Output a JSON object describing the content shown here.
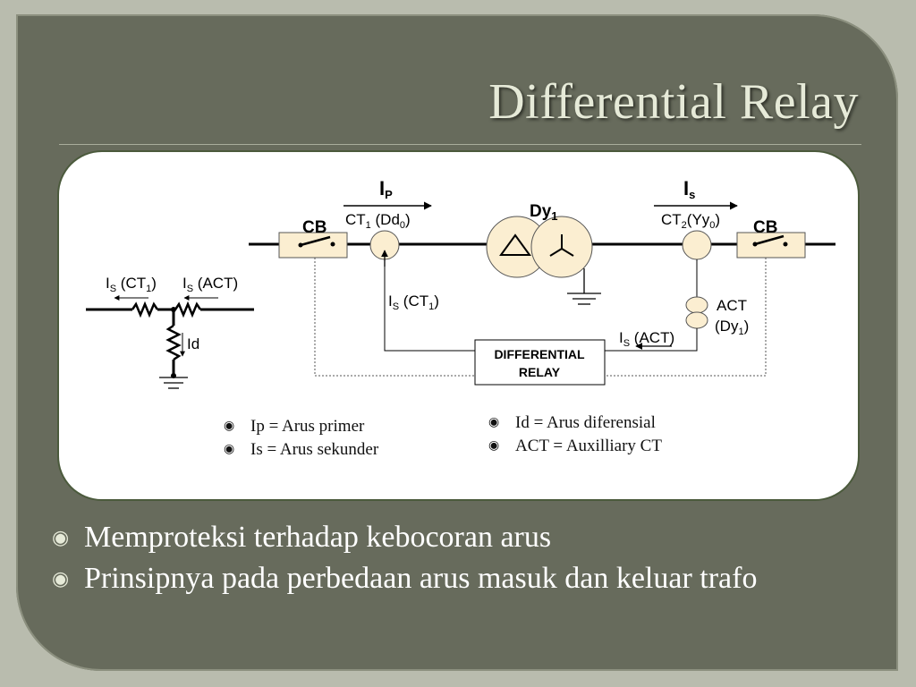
{
  "slide": {
    "title": "Differential Relay",
    "bullets": [
      "Memproteksi terhadap kebocoran arus",
      "Prinsipnya pada perbedaan arus masuk dan keluar trafo"
    ]
  },
  "diagram": {
    "cb_left": "CB",
    "cb_right": "CB",
    "ip": {
      "base": "I",
      "sub": "P"
    },
    "is": {
      "base": "I",
      "sub": "s"
    },
    "ct1": {
      "base": "CT",
      "sub": "1",
      "mid": " (Dd",
      "sub2": "0",
      "end": ")"
    },
    "ct2": {
      "base": "CT",
      "sub": "2",
      "mid": "(Yy",
      "sub2": "0",
      "end": ")"
    },
    "dy1": {
      "base": "Dy",
      "sub": "1"
    },
    "is_ct1": {
      "base": "I",
      "sub": "S",
      "rest": " (CT",
      "sub2": "1",
      "end": ")"
    },
    "is_act": {
      "base": "I",
      "sub": "S",
      "rest": " (ACT)"
    },
    "act_label": "ACT",
    "act_dy": {
      "base": "(Dy",
      "sub": "1",
      "end": ")"
    },
    "relay_line1": "DIFFERENTIAL",
    "relay_line2": "RELAY",
    "left_is_ct1": {
      "base": "I",
      "sub": "S",
      "rest": " (CT",
      "sub2": "1",
      "end": ")"
    },
    "left_is_act": {
      "base": "I",
      "sub": "S",
      "rest": " (ACT)"
    },
    "id_label": "Id"
  },
  "legend_left": [
    "Ip = Arus primer",
    "Is = Arus sekunder"
  ],
  "legend_right": [
    "Id = Arus diferensial",
    "ACT = Auxilliary CT"
  ]
}
